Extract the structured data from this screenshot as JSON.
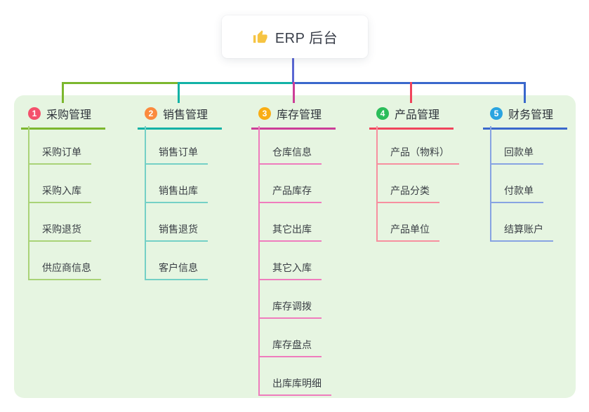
{
  "root": {
    "title": "ERP 后台",
    "icon": "thumbs-up-icon",
    "icon_color": "#f6c443",
    "connector_color": "#5a67d3"
  },
  "panel": {
    "background": "#e6f5e1"
  },
  "branches": [
    {
      "num": "1",
      "label": "采购管理",
      "badge_color": "#f4516c",
      "line_color": "#7cb72e",
      "child_line_color": "#a9d377",
      "children": [
        "采购订单",
        "采购入库",
        "采购退货",
        "供应商信息"
      ]
    },
    {
      "num": "2",
      "label": "销售管理",
      "badge_color": "#fb8a3e",
      "line_color": "#12b2a6",
      "child_line_color": "#74d0c6",
      "children": [
        "销售订单",
        "销售出库",
        "销售退货",
        "客户信息"
      ]
    },
    {
      "num": "3",
      "label": "库存管理",
      "badge_color": "#f9ad14",
      "line_color": "#cc3e98",
      "child_line_color": "#ef7cbd",
      "children": [
        "仓库信息",
        "产品库存",
        "其它出库",
        "其它入库",
        "库存调拨",
        "库存盘点",
        "出库库明细"
      ]
    },
    {
      "num": "4",
      "label": "产品管理",
      "badge_color": "#2bbd5a",
      "line_color": "#f0445c",
      "child_line_color": "#f78f9f",
      "children": [
        "产品（物料）",
        "产品分类",
        "产品单位"
      ]
    },
    {
      "num": "5",
      "label": "财务管理",
      "badge_color": "#2aa4e0",
      "line_color": "#3a68cc",
      "child_line_color": "#87a3e2",
      "children": [
        "回款单",
        "付款单",
        "结算账户"
      ]
    }
  ]
}
